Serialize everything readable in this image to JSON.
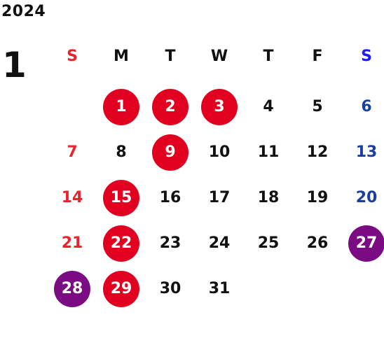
{
  "year": "2024",
  "month": "1",
  "weekdays": [
    "S",
    "M",
    "T",
    "W",
    "T",
    "F",
    "S"
  ],
  "colors": {
    "sunday": "#e8242e",
    "saturday": "#1b3fa0",
    "saturday_header": "#1a1aff",
    "holiday_circle": "#e1001f",
    "special_circle": "#7a0b83"
  },
  "weeks": [
    [
      "",
      "1",
      "2",
      "3",
      "4",
      "5",
      "6"
    ],
    [
      "7",
      "8",
      "9",
      "10",
      "11",
      "12",
      "13"
    ],
    [
      "14",
      "15",
      "16",
      "17",
      "18",
      "19",
      "20"
    ],
    [
      "21",
      "22",
      "23",
      "24",
      "25",
      "26",
      "27"
    ],
    [
      "28",
      "29",
      "30",
      "31",
      "",
      "",
      ""
    ]
  ],
  "highlighted": {
    "holiday": [
      "1",
      "2",
      "3",
      "9",
      "15",
      "22",
      "29"
    ],
    "special": [
      "27",
      "28"
    ]
  }
}
